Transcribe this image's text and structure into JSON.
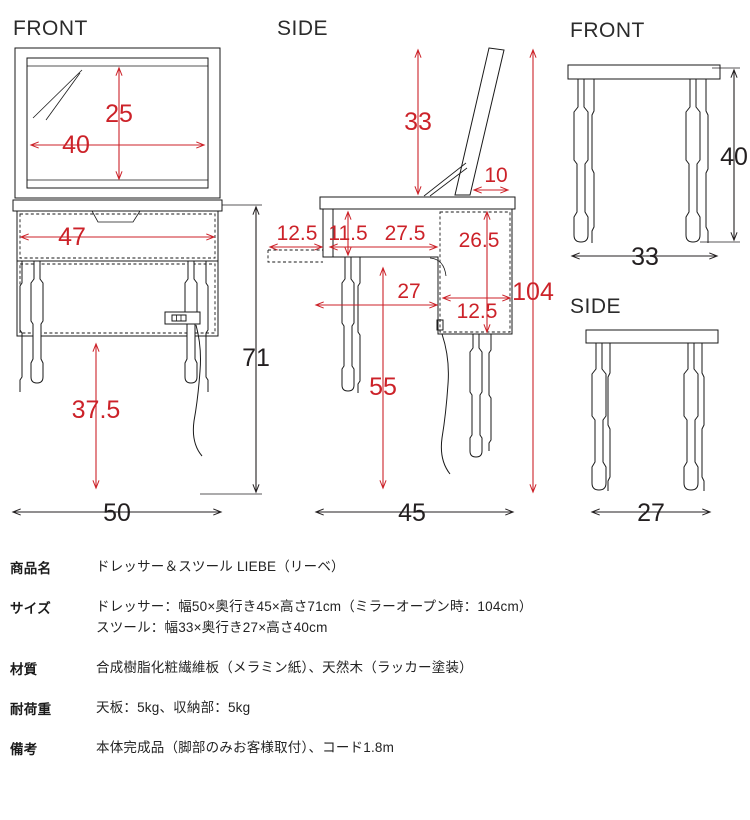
{
  "views": {
    "front_dresser": {
      "title": "FRONT"
    },
    "side_dresser": {
      "title": "SIDE"
    },
    "front_stool": {
      "title": "FRONT"
    },
    "side_stool": {
      "title": "SIDE"
    }
  },
  "colors": {
    "dimension_red": "#cc2229",
    "dimension_black": "#231f20",
    "outline": "#1a1a1a",
    "title": "#2b2b2b"
  },
  "dimensions": {
    "front_dresser": {
      "mirror_width": "40",
      "mirror_height": "25",
      "drawer_width": "47",
      "leg_clearance_height": "37.5",
      "overall_height": "71",
      "overall_width": "50"
    },
    "side_dresser": {
      "mirror_height": "33",
      "mirror_thickness": "10",
      "drawer_extension": "12.5",
      "drawer_height": "11.5",
      "drawer_depth": "27.5",
      "cabinet_height": "26.5",
      "under_width": "27",
      "cabinet_depth": "12.5",
      "leg_height": "55",
      "overall_depth": "45",
      "mirror_open_height": "104"
    },
    "front_stool": {
      "height": "40",
      "width": "33"
    },
    "side_stool": {
      "depth": "27"
    }
  },
  "spec": {
    "rows": [
      {
        "label": "商品名",
        "lines": [
          "ドレッサー＆スツール LIEBE（リーベ）"
        ]
      },
      {
        "label": "サイズ",
        "lines": [
          "ドレッサー：幅50×奥行き45×高さ71cm（ミラーオープン時：104cm）",
          "スツール：幅33×奥行き27×高さ40cm"
        ]
      },
      {
        "label": "材質",
        "lines": [
          "合成樹脂化粧繊維板（メラミン紙）、天然木（ラッカー塗装）"
        ]
      },
      {
        "label": "耐荷重",
        "lines": [
          "天板：5kg、収納部：5kg"
        ]
      },
      {
        "label": "備考",
        "lines": [
          "本体完成品（脚部のみお客様取付）、コード1.8m"
        ]
      }
    ]
  }
}
